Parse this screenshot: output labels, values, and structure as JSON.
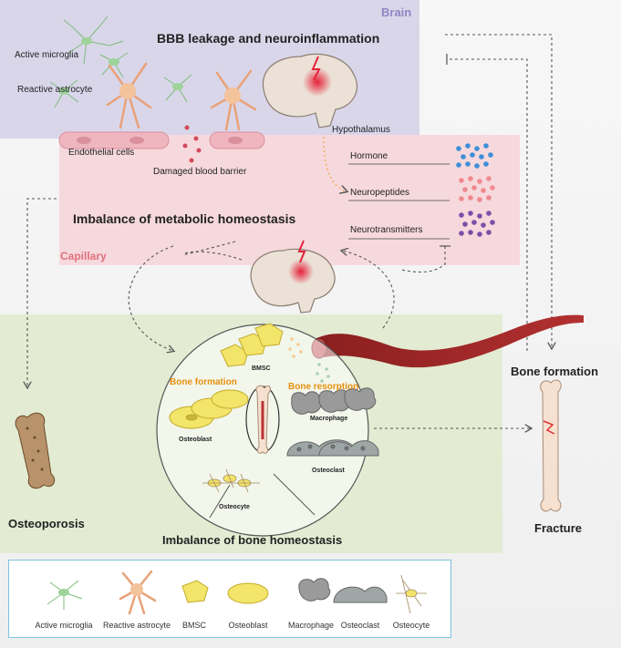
{
  "regions": {
    "brain": "Brain",
    "capillary": "Capillary"
  },
  "titles": {
    "bbb": "BBB leakage and neuroinflammation",
    "metabolic": "Imbalance of metabolic homeostasis",
    "bone": "Imbalance of bone homeostasis"
  },
  "brain_labels": {
    "active_microglia": "Active microglia",
    "reactive_astrocyte": "Reactive astrocyte",
    "endothelial": "Endothelial cells",
    "damaged_barrier": "Damaged blood barrier",
    "hypothalamus": "Hypothalamus"
  },
  "signals": {
    "hormone": "Hormone",
    "neuropeptides": "Neuropeptides",
    "neurotransmitters": "Neurotransmitters"
  },
  "bone_labels": {
    "bmsc": "BMSC",
    "bone_formation": "Bone formation",
    "bone_resorption": "Bone resorption",
    "macrophage": "Macrophage",
    "osteoblast": "Osteoblast",
    "osteoclast": "Osteoclast",
    "osteocyte": "Osteocyte"
  },
  "outcomes": {
    "osteoporosis": "Osteoporosis",
    "bone_formation": "Bone formation",
    "fracture": "Fracture"
  },
  "legend": [
    "Active microglia",
    "Reactive astrocyte",
    "BMSC",
    "Osteoblast",
    "Macrophage",
    "Osteoclast",
    "Osteocyte"
  ],
  "colors": {
    "brain_region": "#d9d6ea",
    "capillary_region": "#f6d9dd",
    "bone_region": "#e3ecd2",
    "accent_orange": "#e8900f",
    "capillary_text": "#e0707b",
    "brain_text": "#8e87c4"
  }
}
